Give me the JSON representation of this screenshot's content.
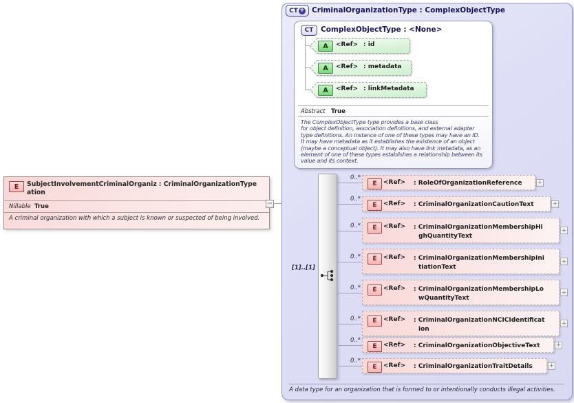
{
  "palette": {
    "outer_fill": "#dedef6",
    "outer_border": "#9494c2",
    "header_text": "#14145e",
    "element_pink": "#f9d8d8",
    "element_icon_border": "#a04545",
    "attribute_green": "#d2f1d2",
    "attribute_icon_green": "#7bd87b",
    "connector_line": "#a2a2b4"
  },
  "icons": {
    "element_letter": "E",
    "attribute_letter": "A",
    "complex_type_letter": "CT",
    "plus_glyph": "+"
  },
  "toggles": {
    "collapse": "−",
    "expand": "+"
  },
  "subject_element": {
    "name_wrapped": "SubjectInvolvementCriminalOrganiz\nation",
    "type_suffix": ": CriminalOrganizationType",
    "nillable_label": "Nillable",
    "nillable_value": "True",
    "description": "A criminal organization with which a subject is known or suspected of being involved."
  },
  "type_box": {
    "title": "CriminalOrganizationType : ComplexObjectType",
    "base": {
      "title": "ComplexObjectType : <None>",
      "attributes": [
        {
          "ref": "<Ref>",
          "name": ": id"
        },
        {
          "ref": "<Ref>",
          "name": ": metadata"
        },
        {
          "ref": "<Ref>",
          "name": ": linkMetadata"
        }
      ],
      "abstract_label": "Abstract",
      "abstract_value": "True",
      "description": "The ComplexObjectType type provides a base class\nfor object definition, association definitions, and external adapter\ntype definitions. An instance of one of these types may have an ID.\nIt may have metadata as it establishes the existence of an object\n(maybe a conceptual object). It may also have link metadata, as an\nelement of one of these types establishes a relationship between its\nvalue and its context."
    },
    "sequence_cardinality": "[1]..[1]",
    "elements": [
      {
        "occurs": "0..*",
        "ref": "<Ref>",
        "name": ": RoleOfOrganizationReference"
      },
      {
        "occurs": "0..*",
        "ref": "<Ref>",
        "name": ": CriminalOrganizationCautionText"
      },
      {
        "occurs": "0..*",
        "ref": "<Ref>",
        "name": ": CriminalOrganizationMembershipHi\nghQuantityText"
      },
      {
        "occurs": "0..*",
        "ref": "<Ref>",
        "name": ": CriminalOrganizationMembershipIni\ntiationText"
      },
      {
        "occurs": "0..*",
        "ref": "<Ref>",
        "name": ": CriminalOrganizationMembershipLo\nwQuantityText"
      },
      {
        "occurs": "0..*",
        "ref": "<Ref>",
        "name": ": CriminalOrganizationNCICIdentificat\nion"
      },
      {
        "occurs": "0..*",
        "ref": "<Ref>",
        "name": ": CriminalOrganizationObjectiveText"
      },
      {
        "occurs": "0..*",
        "ref": "<Ref>",
        "name": ": CriminalOrganizationTraitDetails"
      }
    ],
    "footer": "A data type for an organization that is formed to or intentionally conducts illegal activities."
  }
}
